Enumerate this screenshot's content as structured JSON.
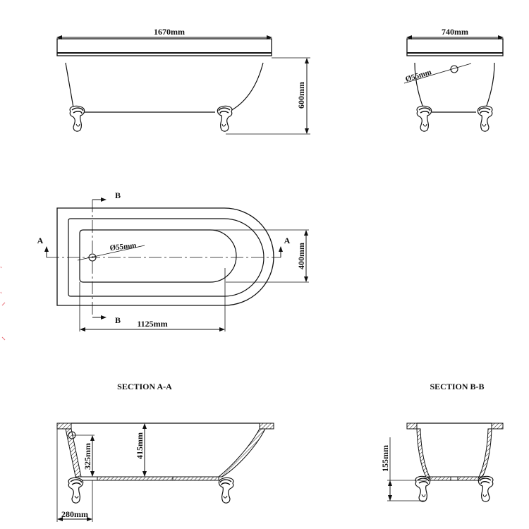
{
  "drawing": {
    "front_view": {
      "length_label": "1670mm",
      "height_label": "600mm"
    },
    "end_view": {
      "width_label": "740mm",
      "waste_label": "Ø55mm"
    },
    "plan_view": {
      "section_a_left": "A",
      "section_a_right": "A",
      "section_b_top": "B",
      "section_b_bottom": "B",
      "waste_label": "Ø55mm",
      "inner_width_label": "400mm",
      "inner_length_label": "1125mm"
    },
    "section_a": {
      "title": "SECTION A-A",
      "depth_label": "415mm",
      "waste_height_label": "325mm",
      "waste_offset_label": "280mm"
    },
    "section_b": {
      "title": "SECTION B-B",
      "floor_clearance_label": "155mm"
    }
  },
  "colors": {
    "line": "#111111",
    "background": "#ffffff",
    "margin_marks": "#e8707a"
  }
}
